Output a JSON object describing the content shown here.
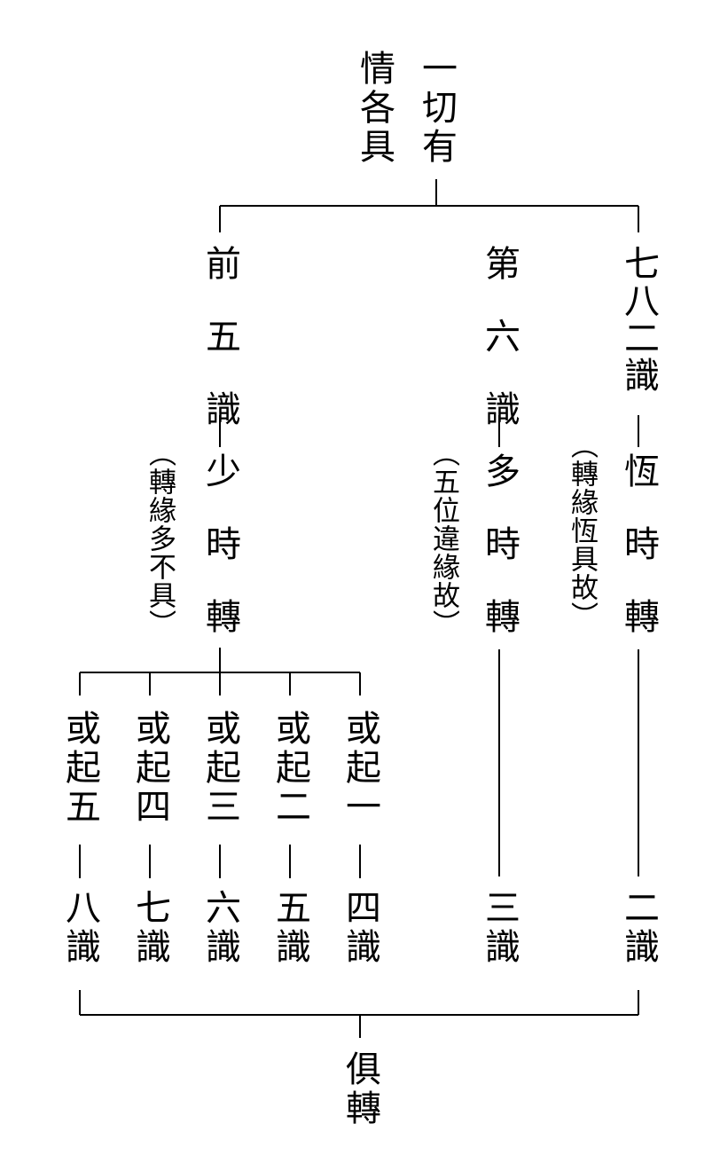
{
  "root": {
    "col1": "一切有",
    "col2": "情各具"
  },
  "branches": {
    "front_five": {
      "name": "前五識",
      "rate": "少時轉",
      "note": "（轉緣多不具）"
    },
    "sixth": {
      "name": "第六識",
      "rate": "多時轉",
      "note": "（五位違緣故）"
    },
    "seven_eight": {
      "name": "七八二識",
      "rate": "恆時轉",
      "note": "（轉緣恆具故）"
    }
  },
  "sub_cases": [
    {
      "rise": "或起五",
      "result": "八識"
    },
    {
      "rise": "或起四",
      "result": "七識"
    },
    {
      "rise": "或起三",
      "result": "六識"
    },
    {
      "rise": "或起二",
      "result": "五識"
    },
    {
      "rise": "或起一",
      "result": "四識"
    }
  ],
  "sixth_result": "三識",
  "seven_eight_result": "二識",
  "bottom": "俱轉"
}
